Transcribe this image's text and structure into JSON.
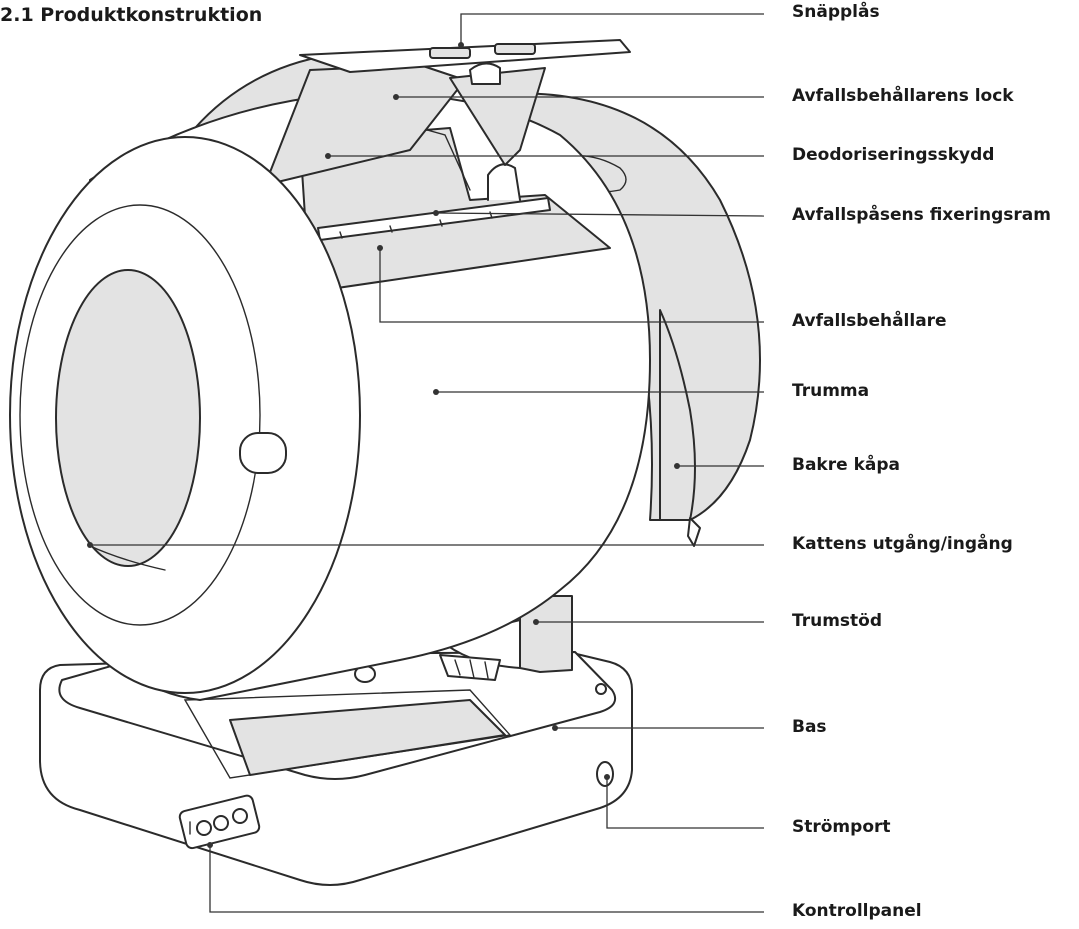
{
  "title": "2.1 Produktkonstruktion",
  "labels": [
    "Snäpplås",
    "Avfallsbehållarens lock",
    "Deodoriseringsskydd",
    "Avfallspåsens fixeringsram",
    "Avfallsbehållare",
    "Trumma",
    "Bakre kåpa",
    "Kattens utgång/ingång",
    "Trumstöd",
    "Bas",
    "Strömport",
    "Kontrollpanel"
  ]
}
